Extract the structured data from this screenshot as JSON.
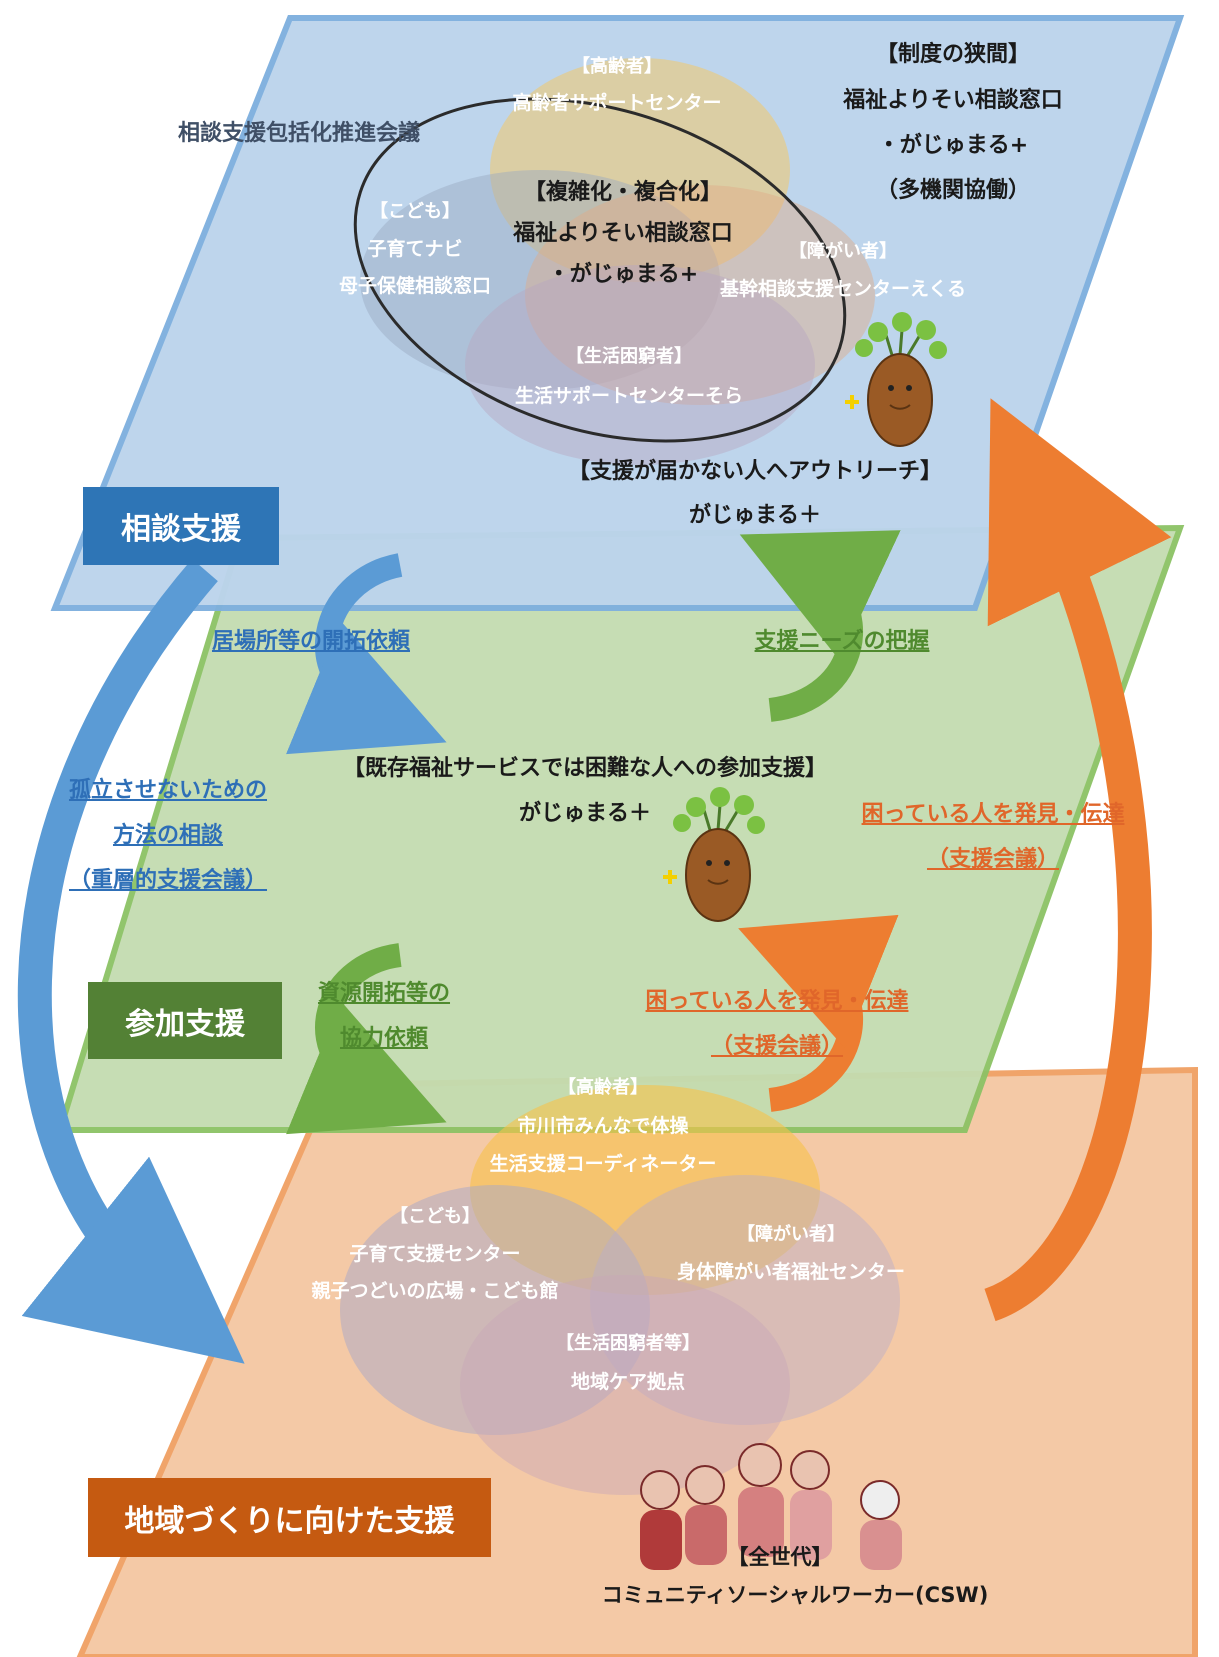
{
  "colors": {
    "consult_layer": "#bcd4ec",
    "participation_layer": "#c3dcb0",
    "community_layer": "#f4c9a6",
    "blue": "#5b9bd5",
    "green": "#70ad47",
    "orange": "#ed7d31",
    "consult_tag": "#2e75b6",
    "participation_tag": "#538135",
    "community_tag": "#c55a11"
  },
  "consult": {
    "tag": "相談支援",
    "council": "相談支援包括化推進会議",
    "gap": {
      "title": "【制度の狭間】",
      "line1": "福祉よりそい相談窓口",
      "line2": "・がじゅまる+",
      "line3": "（多機関協働）"
    },
    "elderly": {
      "title": "【高齢者】",
      "line1": "高齢者サポートセンター"
    },
    "center": {
      "title": "【複雑化・複合化】",
      "line1": "福祉よりそい相談窓口",
      "line2": "・がじゅまる+"
    },
    "children": {
      "title": "【こども】",
      "line1": "子育てナビ",
      "line2": "母子保健相談窓口"
    },
    "disability": {
      "title": "【障がい者】",
      "line1": "基幹相談支援センターえくる"
    },
    "poverty": {
      "title": "【生活困窮者】",
      "line1": "生活サポートセンターそら"
    },
    "outreach": {
      "title": "【支援が届かない人へアウトリーチ】",
      "line1": "がじゅまる＋"
    }
  },
  "participation": {
    "tag": "参加支援",
    "title": "【既存福祉サービスでは困難な人への参加支援】",
    "line1": "がじゅまる＋"
  },
  "community": {
    "tag": "地域づくりに向けた支援",
    "elderly": {
      "title": "【高齢者】",
      "line1": "市川市みんなで体操",
      "line2": "生活支援コーディネーター"
    },
    "children": {
      "title": "【こども】",
      "line1": "子育て支援センター",
      "line2": "親子つどいの広場・こども館"
    },
    "disability": {
      "title": "【障がい者】",
      "line1": "身体障がい者福祉センター"
    },
    "poverty": {
      "title": "【生活困窮者等】",
      "line1": "地域ケア拠点"
    },
    "csw": {
      "title": "【全世代】",
      "line1": "コミュニティソーシャルワーカー(CSW)"
    }
  },
  "arrows": {
    "request_places": "居場所等の開拓依頼",
    "grasp_needs": "支援ニーズの把握",
    "isolation": {
      "line1": "孤立させないための",
      "line2": "方法の相談",
      "line3": "（重層的支援会議）"
    },
    "discover_right": {
      "line1": "困っている人を発見・伝達",
      "line2": "（支援会議）"
    },
    "resource": {
      "line1": "資源開拓等の",
      "line2": "協力依頼"
    },
    "discover_mid": {
      "line1": "困っている人を発見・伝達",
      "line2": "（支援会議）"
    }
  }
}
